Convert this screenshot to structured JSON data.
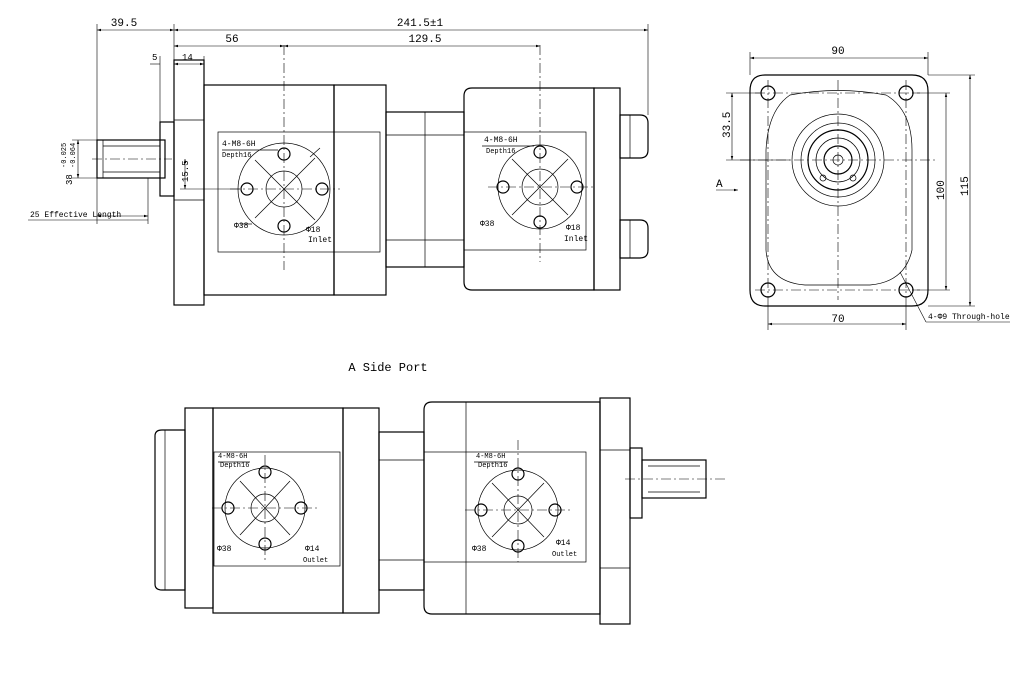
{
  "top_dims": {
    "d39_5": "39.5",
    "d241_5": "241.5±1",
    "d56": "56",
    "d129_5": "129.5",
    "d5": "5",
    "d14": "14",
    "d15_5": "15.5",
    "shaft_dia": "38",
    "shaft_tol_upper": "-0.025",
    "shaft_tol_lower": "-0.064",
    "effective_length": "25 Effective Length"
  },
  "ports_top": {
    "left_thread": "4-M8-6H",
    "left_depth": "Depth16",
    "left_pcd": "Φ38",
    "left_bore": "Φ18",
    "left_label": "Inlet",
    "right_thread": "4-M8-6H",
    "right_depth": "Depth16",
    "right_pcd": "Φ38",
    "right_bore": "Φ18",
    "right_label": "Inlet"
  },
  "end_view": {
    "w90": "90",
    "h33_5": "33.5",
    "h100": "100",
    "h115": "115",
    "w70": "70",
    "through_hole": "4-Φ9 Through-hole",
    "a_arrow": "A"
  },
  "caption": "A Side Port",
  "ports_bottom": {
    "left_thread": "4-M8-6H",
    "left_depth": "Depth16",
    "left_pcd": "Φ38",
    "left_bore": "Φ14",
    "left_label": "Outlet",
    "right_thread": "4-M8-6H",
    "right_depth": "Depth16",
    "right_pcd": "Φ38",
    "right_bore": "Φ14",
    "right_label": "Outlet"
  }
}
